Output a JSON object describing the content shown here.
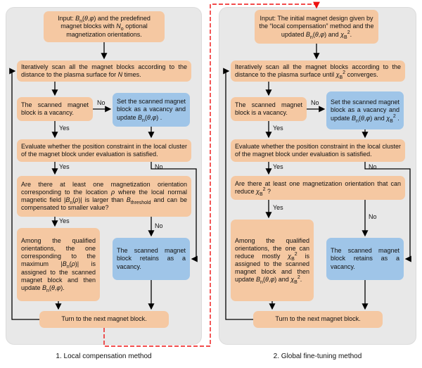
{
  "labels": {
    "yes": "Yes",
    "no": "No"
  },
  "captions": {
    "left": "1.  Local compensation method",
    "right": "2.  Global fine-tuning method"
  },
  "colors": {
    "panel": "#e8e8e8",
    "box_orange": "#f5c8a2",
    "box_blue": "#9fc5e8",
    "arrow": "#000000",
    "loop_red": "#ee1111"
  },
  "left": {
    "input": "Input:  <i>B</i><sub>n</sub>(<i>θ</i>,<i>φ</i>) and the predefined magnet blocks with <i>N</i><sub>o</sub> optional magnetization orientations.",
    "scan": "Iteratively scan all the magnet blocks according to the distance to the plasma surface for <i>N</i> times.",
    "vacancy": "The scanned magnet block is a vacancy.",
    "set_vacancy": "Set the scanned magnet block as a vacancy and update <i>B</i><sub>n</sub>(<i>θ</i>,<i>φ</i>) .",
    "evaluate": "Evaluate whether the position constraint in the local cluster of the magnet block under evaluation is satisfied.",
    "question": "Are there at least one magnetization orientation corresponding to the location <i>ρ</i> where the local normal magnetic field |<i>B</i><sub>n</sub>(<i>ρ</i>)| is larger than <i>B</i><sub>threshold</sub> and can be compensated to smaller value?",
    "assign": "Among the qualified orientations, the one corresponding to the maximum |<i>B</i><sub>n</sub>(<i>ρ</i>)| is assigned to the scanned magnet block and then update <i>B</i><sub>n</sub>(<i>θ</i>,<i>φ</i>).",
    "retain": "The scanned magnet block retains as a vacancy.",
    "turn": "Turn to the next magnet block."
  },
  "right": {
    "input": "Input: The initial magnet design given by the “local compensation” method and the updated <i>B</i><sub>n</sub>(<i>θ</i>,<i>φ</i>) and <i>χ</i><sub>B</sub><sup>2</sup>.",
    "scan": "Iteratively scan all the magnet blocks according to the distance to the plasma surface until <i>χ</i><sub>B</sub><sup>2</sup> converges.",
    "vacancy": "The scanned magnet block is a vacancy.",
    "set_vacancy": "Set the scanned magnet block as a vacancy and update <i>B</i><sub>n</sub>(<i>θ</i>,<i>φ</i>) and <i>χ</i><sub>B</sub><sup>2</sup> .",
    "evaluate": "Evaluate whether the position constraint in the local cluster of the magnet block under evaluation is satisfied.",
    "question": "Are there at least one magnetization orientation that can reduce <i>χ</i><sub>B</sub><sup>2</sup> ?",
    "assign": "Among the qualified orientations, the one can reduce mostly <i>χ</i><sub>B</sub><sup>2</sup> is assigned to the scanned magnet block and then update <i>B</i><sub>n</sub>(<i>θ</i>,<i>φ</i>) and <i>χ</i><sub>B</sub><sup>2</sup>.",
    "retain": "The scanned magnet block retains as a vacancy.",
    "turn": "Turn to the next magnet block."
  }
}
